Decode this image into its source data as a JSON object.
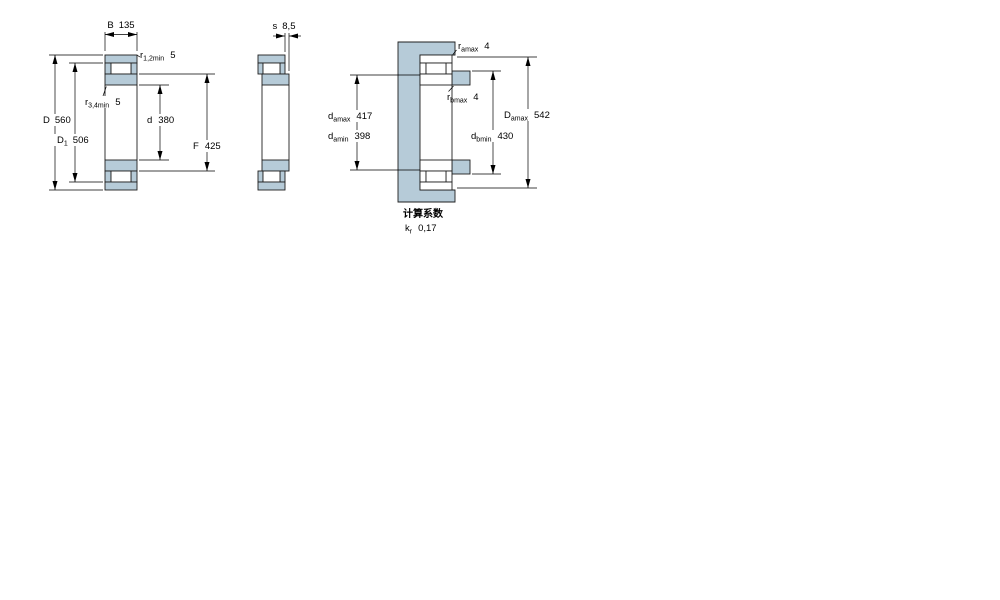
{
  "drawing": {
    "colors": {
      "part_fill": "#b6cbd8",
      "outline": "#1f1f1f"
    },
    "section_view": {
      "B": {
        "label": "B",
        "value": "135"
      },
      "r12": {
        "label": "r",
        "sub": "1,2min",
        "value": "5"
      },
      "r34": {
        "label": "r",
        "sub": "3,4min",
        "value": "5"
      },
      "D": {
        "label": "D",
        "value": "560"
      },
      "D1": {
        "label": "D",
        "sub": "1",
        "value": "506"
      },
      "d": {
        "label": "d",
        "value": "380"
      },
      "F": {
        "label": "F",
        "value": "425"
      }
    },
    "side_view": {
      "s": {
        "label": "s",
        "value": "8,5"
      }
    },
    "mounting_view": {
      "ra": {
        "label": "r",
        "sub": "amax",
        "value": "4"
      },
      "rb": {
        "label": "r",
        "sub": "bmax",
        "value": "4"
      },
      "da_max": {
        "label": "d",
        "sub": "amax",
        "value": "417"
      },
      "da_min": {
        "label": "d",
        "sub": "amin",
        "value": "398"
      },
      "Da_max": {
        "label": "D",
        "sub": "amax",
        "value": "542"
      },
      "db_min": {
        "label": "d",
        "sub": "bmin",
        "value": "430"
      }
    },
    "calculation_factors": {
      "heading": "计算系数",
      "kr": {
        "label": "k",
        "sub": "r",
        "value": "0,17"
      }
    }
  }
}
